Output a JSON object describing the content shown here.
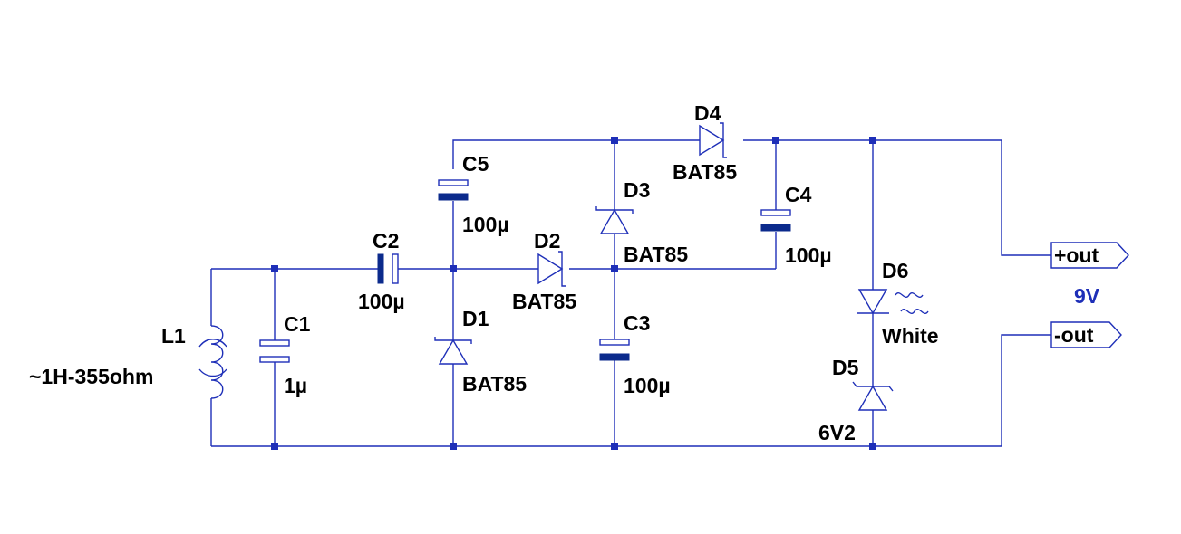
{
  "components": {
    "L1": {
      "name": "L1",
      "value": "~1H-355ohm"
    },
    "C1": {
      "name": "C1",
      "value": "1µ"
    },
    "C2": {
      "name": "C2",
      "value": "100µ"
    },
    "C3": {
      "name": "C3",
      "value": "100µ"
    },
    "C4": {
      "name": "C4",
      "value": "100µ"
    },
    "C5": {
      "name": "C5",
      "value": "100µ"
    },
    "D1": {
      "name": "D1",
      "value": "BAT85"
    },
    "D2": {
      "name": "D2",
      "value": "BAT85"
    },
    "D3": {
      "name": "D3",
      "value": "BAT85"
    },
    "D4": {
      "name": "D4",
      "value": "BAT85"
    },
    "D5": {
      "name": "D5",
      "value": "6V2"
    },
    "D6": {
      "name": "D6",
      "value": "White"
    }
  },
  "ports": {
    "plus": "+out",
    "minus": "-out"
  },
  "annotation": "9V",
  "colors": {
    "wire": "#1e2fb8",
    "plate": "#0b2a8c",
    "label": "#000000",
    "annotation": "#1e2fb8"
  }
}
